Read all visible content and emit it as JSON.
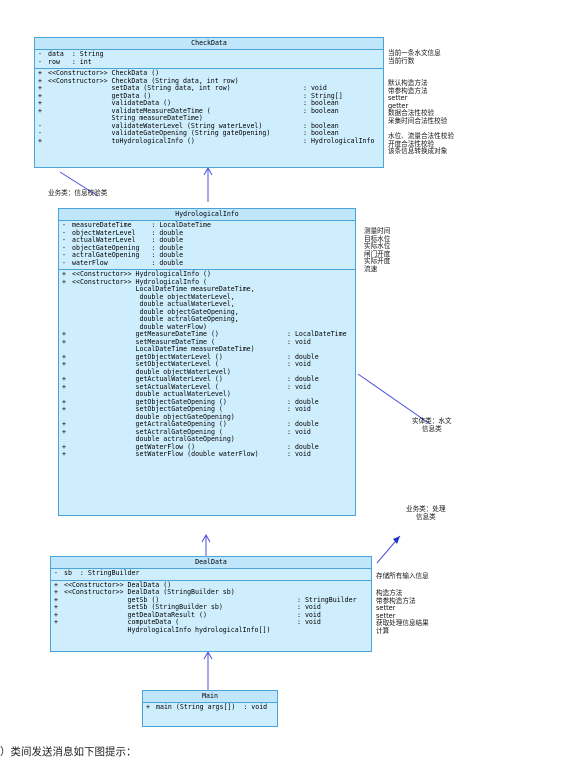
{
  "classes": {
    "checkdata": {
      "name": "CheckData",
      "attributes": [
        {
          "vis": "-",
          "name": "data  : String",
          "type": ""
        },
        {
          "vis": "-",
          "name": "row   : int",
          "type": ""
        }
      ],
      "methods": [
        {
          "vis": "+",
          "name": "<<Constructor>> CheckData ()",
          "type": ""
        },
        {
          "vis": "+",
          "name": "<<Constructor>> CheckData (String data, int row)",
          "type": ""
        },
        {
          "vis": "+",
          "name": "                setData (String data, int row)",
          "type": ": void"
        },
        {
          "vis": "+",
          "name": "                getData ()",
          "type": ": String[]"
        },
        {
          "vis": "+",
          "name": "                validateData ()",
          "type": ": boolean"
        },
        {
          "vis": "+",
          "name": "                validateMeasureDateTime (",
          "type": ": boolean"
        },
        {
          "vis": "",
          "name": "                String measureDateTime)",
          "type": ""
        },
        {
          "vis": "-",
          "name": "                validateWaterLevel (String waterLevel)",
          "type": ": boolean"
        },
        {
          "vis": "-",
          "name": "                validateGateOpening (String gateOpening)",
          "type": ": boolean"
        },
        {
          "vis": "+",
          "name": "                toHydrologicalInfo ()",
          "type": ": HydrologicalInfo"
        }
      ]
    },
    "hydro": {
      "name": "HydrologicalInfo",
      "attributes": [
        {
          "vis": "-",
          "name": "measureDateTime     : LocalDateTime",
          "type": ""
        },
        {
          "vis": "-",
          "name": "objectWaterLevel    : double",
          "type": ""
        },
        {
          "vis": "-",
          "name": "actualWaterLevel    : double",
          "type": ""
        },
        {
          "vis": "-",
          "name": "objectGateOpening   : double",
          "type": ""
        },
        {
          "vis": "-",
          "name": "actralGateOpening   : double",
          "type": ""
        },
        {
          "vis": "-",
          "name": "waterFlow           : double",
          "type": ""
        }
      ],
      "methods": [
        {
          "vis": "+",
          "name": "<<Constructor>> HydrologicalInfo ()",
          "type": ""
        },
        {
          "vis": "+",
          "name": "<<Constructor>> HydrologicalInfo (",
          "type": ""
        },
        {
          "vis": "",
          "name": "                LocalDateTime measureDateTime,",
          "type": ""
        },
        {
          "vis": "",
          "name": "                 double objectWaterLevel,",
          "type": ""
        },
        {
          "vis": "",
          "name": "                 double actualWaterLevel,",
          "type": ""
        },
        {
          "vis": "",
          "name": "                 double objectGateOpening,",
          "type": ""
        },
        {
          "vis": "",
          "name": "                 double actralGateOpening,",
          "type": ""
        },
        {
          "vis": "",
          "name": "                 double waterFlow)",
          "type": ""
        },
        {
          "vis": "+",
          "name": "                getMeasureDateTime ()",
          "type": ": LocalDateTime"
        },
        {
          "vis": "+",
          "name": "                setMeasureDateTime (",
          "type": ": void"
        },
        {
          "vis": "",
          "name": "                LocalDateTime measureDateTime)",
          "type": ""
        },
        {
          "vis": "+",
          "name": "                getObjectWaterLevel ()",
          "type": ": double"
        },
        {
          "vis": "+",
          "name": "                setObjectWaterLevel (",
          "type": ": void"
        },
        {
          "vis": "",
          "name": "                double objectWaterLevel)",
          "type": ""
        },
        {
          "vis": "+",
          "name": "                getActualWaterLevel ()",
          "type": ": double"
        },
        {
          "vis": "+",
          "name": "                setActualWaterLevel (",
          "type": ": void"
        },
        {
          "vis": "",
          "name": "                double actualWaterLevel)",
          "type": ""
        },
        {
          "vis": "+",
          "name": "                getObjectGateOpening ()",
          "type": ": double"
        },
        {
          "vis": "+",
          "name": "                setObjectGateOpening (",
          "type": ": void"
        },
        {
          "vis": "",
          "name": "                double objectGateOpening)",
          "type": ""
        },
        {
          "vis": "+",
          "name": "                getActralGateOpening ()",
          "type": ": double"
        },
        {
          "vis": "+",
          "name": "                setActralGateOpening (",
          "type": ": void"
        },
        {
          "vis": "",
          "name": "                double actralGateOpening)",
          "type": ""
        },
        {
          "vis": "+",
          "name": "                getWaterFlow ()",
          "type": ": double"
        },
        {
          "vis": "+",
          "name": "                setWaterFlow (double waterFlow)",
          "type": ": void"
        }
      ]
    },
    "deal": {
      "name": "DealData",
      "attributes": [
        {
          "vis": "-",
          "name": "sb  : StringBuilder",
          "type": ""
        }
      ],
      "methods": [
        {
          "vis": "+",
          "name": "<<Constructor>> DealData ()",
          "type": ""
        },
        {
          "vis": "+",
          "name": "<<Constructor>> DealData (StringBuilder sb)",
          "type": ""
        },
        {
          "vis": "+",
          "name": "                getSb ()",
          "type": ": StringBuilder"
        },
        {
          "vis": "+",
          "name": "                setSb (StringBuilder sb)",
          "type": ": void"
        },
        {
          "vis": "+",
          "name": "                getDealDataResult ()",
          "type": ": void"
        },
        {
          "vis": "+",
          "name": "                computeData (",
          "type": ": void"
        },
        {
          "vis": "",
          "name": "                HydrologicalInfo hydrologicalInfo[])",
          "type": ""
        }
      ]
    },
    "main": {
      "name": "Main",
      "methods": [
        {
          "vis": "+",
          "name": "main (String args[])  : void",
          "type": ""
        }
      ]
    }
  },
  "notes": {
    "check_attrs": [
      "当前一条水文信息",
      "当前行数"
    ],
    "check_methods": [
      "默认构造方法",
      "带参构造方法",
      "setter",
      "getter",
      "数据合法性校验",
      "采集时间合法性校验",
      "",
      "水位、流量合法性校验",
      "开度合法性校验",
      "该条信息转换成对象"
    ],
    "check_label": "业务类：信息校验类",
    "hydro_attrs": [
      "测量时间",
      "目标水位",
      "实际水位",
      "闸门开度",
      "实际开度",
      "流速"
    ],
    "hydro_label": [
      "实体类：水文",
      "信息类"
    ],
    "deal_label": [
      "业务类：处理",
      "信息类"
    ],
    "deal_attrs": [
      "存储所有输入信息"
    ],
    "deal_methods": [
      "构造方法",
      "带参构造方法",
      "setter",
      "setter",
      "获取处理信息结果",
      "计算"
    ]
  },
  "caption": "）类间发送消息如下图提示："
}
